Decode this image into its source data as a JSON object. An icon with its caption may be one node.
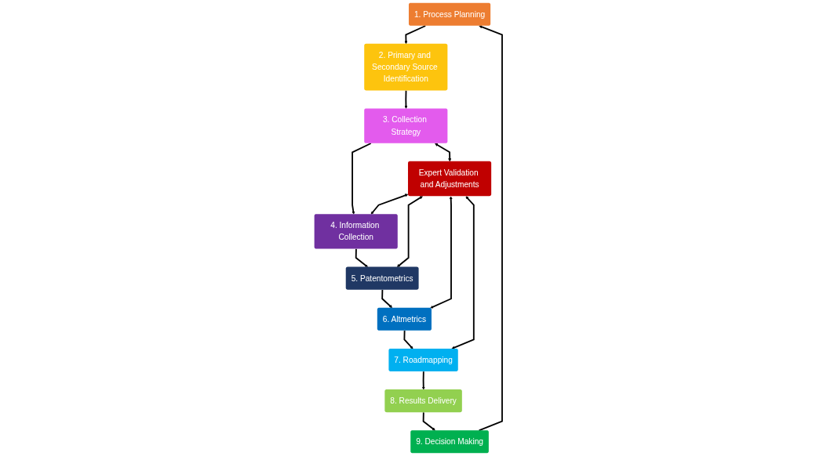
{
  "diagram": {
    "nodes": [
      {
        "text": [
          "1. Process Planning"
        ]
      },
      {
        "text": [
          "2. Primary and Secondary Source Identification"
        ]
      },
      {
        "text": [
          "3. Collection Strategy"
        ]
      },
      {
        "text": [
          "4. Information Collection"
        ]
      },
      {
        "text": [
          "Expert Validation and Adjustments"
        ]
      },
      {
        "text": [
          "5. Patentometrics"
        ]
      },
      {
        "text": [
          "6. Altmetrics"
        ]
      },
      {
        "text": [
          "7. Roadmapping"
        ]
      },
      {
        "text": [
          "8. Results Delivery"
        ]
      },
      {
        "text": [
          "9. Decision Making"
        ]
      }
    ],
    "edges": [
      {
        "from": 0,
        "to": 1,
        "arrow": "to"
      },
      {
        "from": 1,
        "to": 2,
        "arrow": "to"
      },
      {
        "from": 2,
        "to": 3,
        "arrow": "to"
      },
      {
        "from": 3,
        "to": 5,
        "arrow": "to"
      },
      {
        "from": 5,
        "to": 6,
        "arrow": "to"
      },
      {
        "from": 6,
        "to": 7,
        "arrow": "to"
      },
      {
        "from": 7,
        "to": 8,
        "arrow": "to"
      },
      {
        "from": 8,
        "to": 9,
        "arrow": "to"
      },
      {
        "from": 9,
        "to": 0,
        "arrow": "to"
      },
      {
        "from": 2,
        "to": 4,
        "arrow": "both"
      },
      {
        "from": 4,
        "to": 3,
        "arrow": "both"
      },
      {
        "from": 4,
        "to": 5,
        "arrow": "both"
      },
      {
        "from": 4,
        "to": 7,
        "arrow": "both"
      },
      {
        "from": 4,
        "to": 6,
        "arrow": "both"
      }
    ]
  }
}
